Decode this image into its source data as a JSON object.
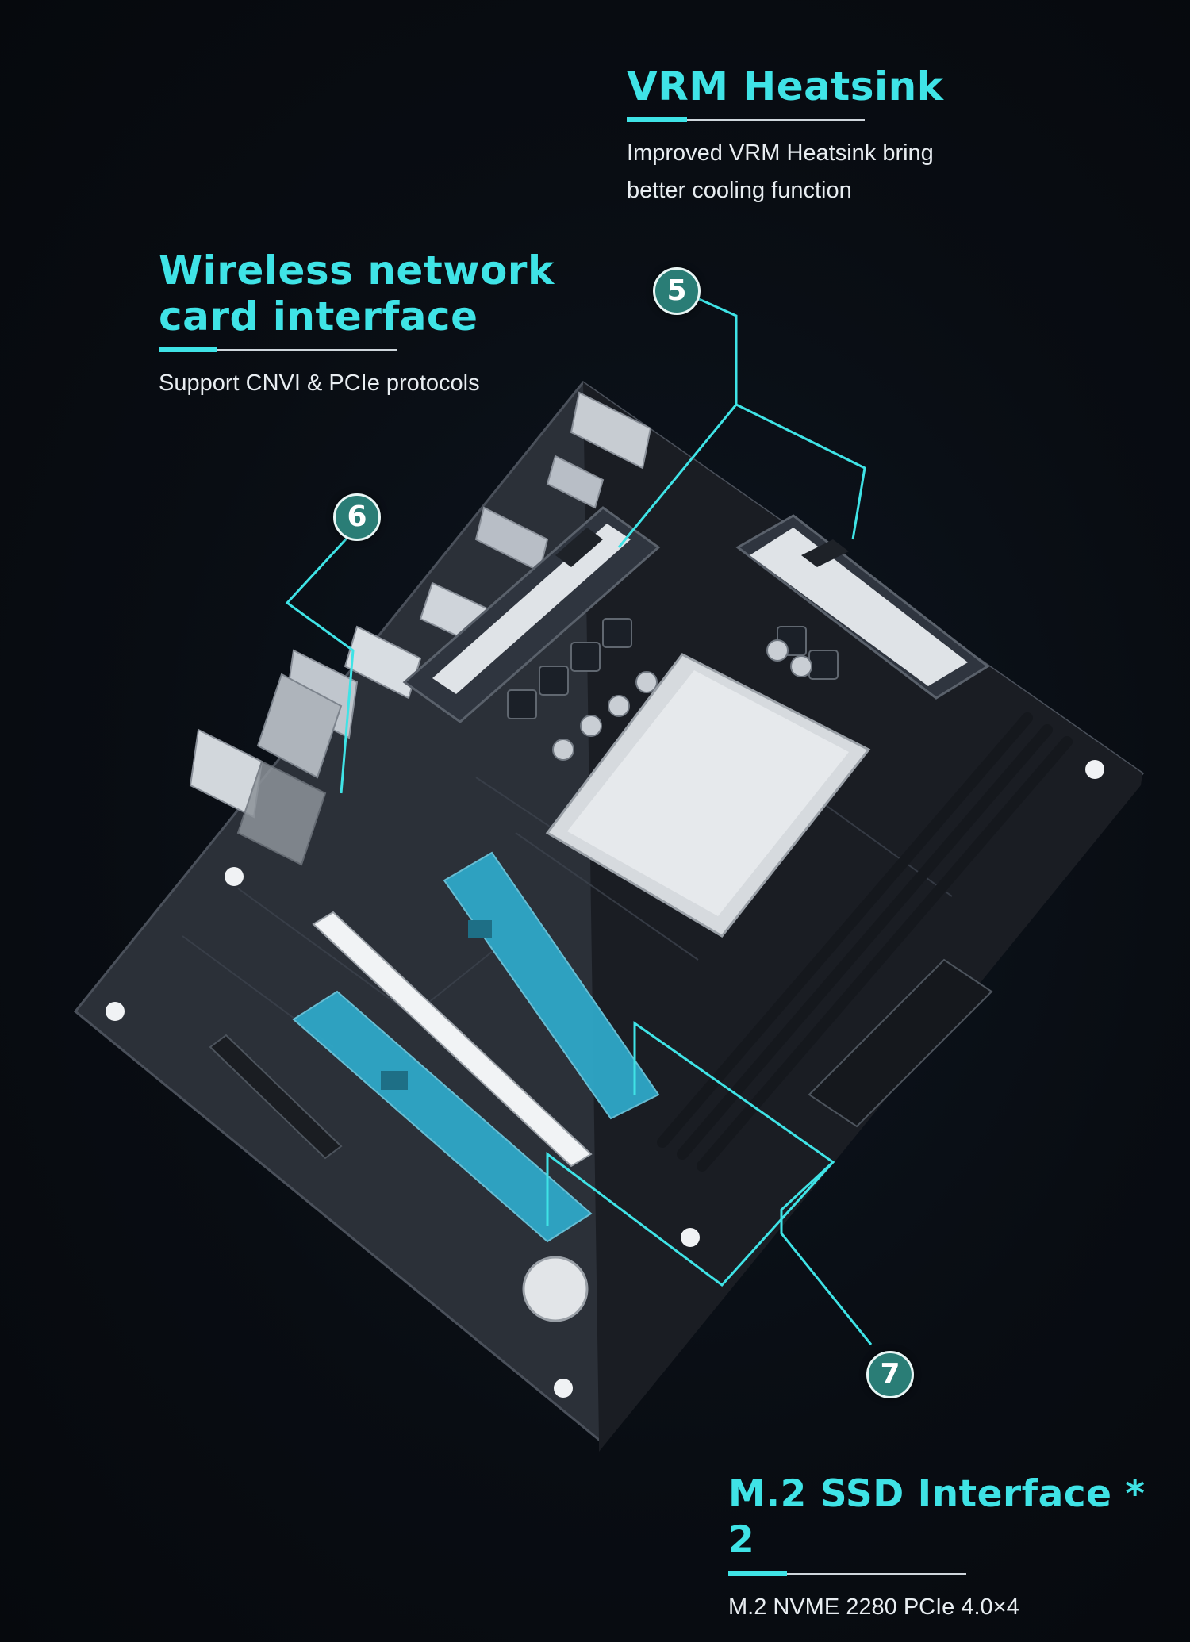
{
  "features": {
    "vrm": {
      "title": "VRM Heatsink",
      "description": [
        "Improved VRM Heatsink bring",
        "better cooling function"
      ],
      "badge": "5"
    },
    "wireless": {
      "title_lines": [
        "Wireless network",
        "card interface"
      ],
      "description": "Support CNVI & PCIe protocols",
      "badge": "6"
    },
    "m2": {
      "title": "M.2 SSD Interface * 2",
      "description": "M.2 NVME 2280  PCIe 4.0×4",
      "badge": "7"
    }
  },
  "colors": {
    "accent": "#3fe3e6",
    "background": "#090d13",
    "pcb": "#2a2e36",
    "ssd": "#2fa8c8"
  }
}
